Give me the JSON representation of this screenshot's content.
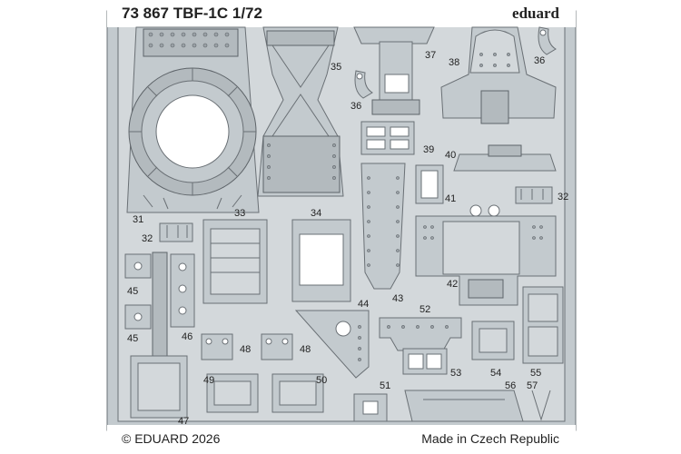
{
  "header": {
    "title": "73 867 TBF-1C 1/72",
    "brand": "eduard"
  },
  "footer": {
    "copyright": "© EDUARD 2026",
    "origin": "Made in Czech Republic"
  },
  "part_numbers": {
    "p31": "31",
    "p32a": "32",
    "p32b": "32",
    "p33": "33",
    "p34": "34",
    "p35": "35",
    "p36a": "36",
    "p36b": "36",
    "p37": "37",
    "p38": "38",
    "p39": "39",
    "p40": "40",
    "p41": "41",
    "p42": "42",
    "p43": "43",
    "p44": "44",
    "p45a": "45",
    "p45b": "45",
    "p46": "46",
    "p47": "47",
    "p48a": "48",
    "p48b": "48",
    "p49": "49",
    "p50": "50",
    "p51": "51",
    "p52": "52",
    "p53": "53",
    "p54": "54",
    "p55": "55",
    "p56": "56",
    "p57": "57"
  },
  "colors": {
    "fret": "#c3cace",
    "outline": "#6a7075",
    "background": "#ffffff"
  }
}
